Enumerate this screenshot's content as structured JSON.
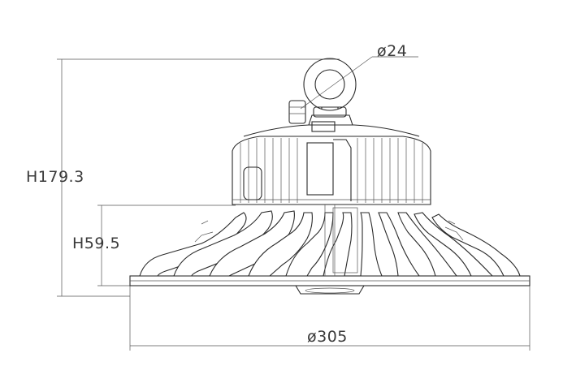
{
  "drawing": {
    "dimensions": {
      "eyelet_diameter": "ø24",
      "total_height": "H179.3",
      "body_height": "H59.5",
      "base_diameter": "ø305"
    }
  }
}
